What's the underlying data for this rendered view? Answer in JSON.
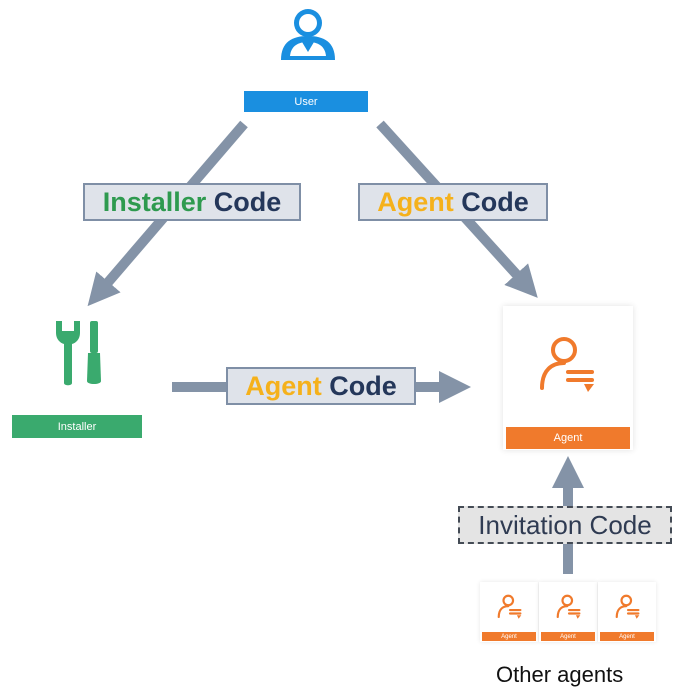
{
  "colors": {
    "user_blue": "#1a8fe0",
    "installer_green": "#3aaa6e",
    "agent_orange": "#f07a2c",
    "arrow_gray": "#8493a7",
    "code_navy": "#24375a",
    "code_yellow": "#f5b11b",
    "code_green": "#2e9a4f"
  },
  "icons": {
    "user": "user-icon",
    "installer": "wrench-screwdriver-icon",
    "agent": "agent-transfer-icon"
  },
  "roles": {
    "user": "User",
    "installer": "Installer",
    "agent": "Agent",
    "other_agent": "Agent"
  },
  "edges": {
    "user_to_installer": {
      "prefix": "Installer",
      "suffix": " Code"
    },
    "user_to_agent": {
      "prefix": "Agent",
      "suffix": " Code"
    },
    "installer_to_agent": {
      "prefix": "Agent",
      "suffix": " Code"
    },
    "others_to_agent": {
      "text": "Invitation Code"
    }
  },
  "other_agents_caption": "Other agents"
}
